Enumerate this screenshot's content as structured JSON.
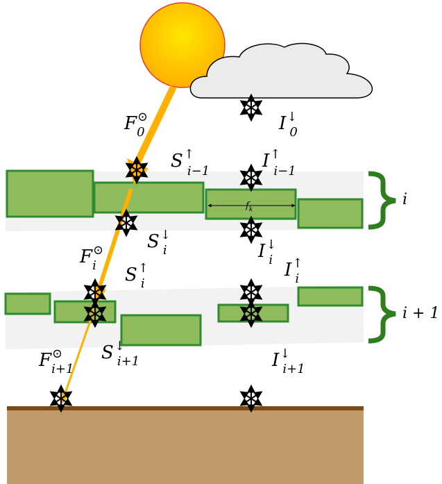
{
  "colors": {
    "sun_fill_inner": "#ffe600",
    "sun_fill_outer": "#ffb000",
    "sun_stroke": "#e83a2a",
    "beam": "#ffb000",
    "cloud_fill": "#ebebeb",
    "cloud_stroke": "#000000",
    "layer_band": "#f2f2f2",
    "cloud_block_fill": "#8fbb5c",
    "cloud_block_stroke": "#2e8b2e",
    "brace": "#2e7d1e",
    "ground_fill": "#c09a6b",
    "ground_top": "#7a4a12",
    "arrow": "#000000"
  },
  "labels": {
    "f0": {
      "main": "F",
      "sup": "⊙",
      "sub": "0"
    },
    "fi": {
      "main": "F",
      "sup": "⊙",
      "sub": "i"
    },
    "fi1": {
      "main": "F",
      "sup": "⊙",
      "sub": "i+1"
    },
    "i0": {
      "main": "I",
      "sup": "↓",
      "sub": "0"
    },
    "s_im1_up": {
      "main": "S",
      "sup": "↑",
      "sub": "i−1"
    },
    "i_im1_up": {
      "main": "I",
      "sup": "↑",
      "sub": "i−1"
    },
    "s_i_down": {
      "main": "S",
      "sup": "↓",
      "sub": "i"
    },
    "i_i_down": {
      "main": "I",
      "sup": "↓",
      "sub": "i"
    },
    "s_i_up": {
      "main": "S",
      "sup": "↑",
      "sub": "i"
    },
    "i_i_up": {
      "main": "I",
      "sup": "↑",
      "sub": "i"
    },
    "s_i1_down": {
      "main": "S",
      "sup": "↓",
      "sub": "i+1"
    },
    "i_i1_down": {
      "main": "I",
      "sup": "↓",
      "sub": "i+1"
    },
    "fk": {
      "main": "f",
      "sub": "k"
    },
    "brace_i": "i",
    "brace_i1": "i + 1"
  }
}
